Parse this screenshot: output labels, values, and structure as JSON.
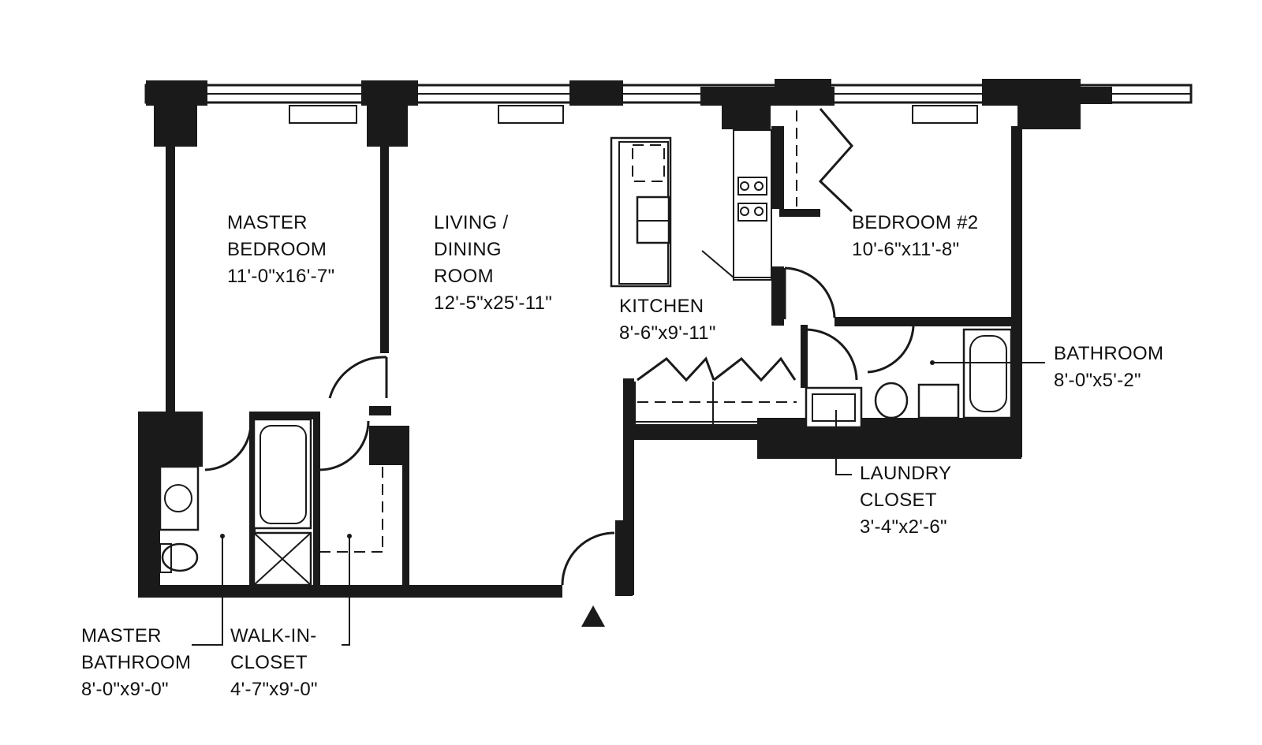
{
  "rooms": {
    "master_bedroom": {
      "lines": [
        "MASTER",
        "BEDROOM"
      ],
      "dims": "11'-0\"x16'-7\""
    },
    "living_dining": {
      "lines": [
        "LIVING /",
        "DINING",
        "ROOM"
      ],
      "dims": "12'-5\"x25'-11\""
    },
    "kitchen": {
      "lines": [
        "KITCHEN"
      ],
      "dims": "8'-6\"x9'-11\""
    },
    "bedroom2": {
      "lines": [
        "BEDROOM #2"
      ],
      "dims": "10'-6\"x11'-8\""
    },
    "bathroom": {
      "lines": [
        "BATHROOM"
      ],
      "dims": "8'-0\"x5'-2\""
    },
    "laundry": {
      "lines": [
        "LAUNDRY",
        "CLOSET"
      ],
      "dims": "3'-4\"x2'-6\""
    },
    "master_bathroom": {
      "lines": [
        "MASTER",
        "BATHROOM"
      ],
      "dims": "8'-0\"x9'-0\""
    },
    "walk_in_closet": {
      "lines": [
        "WALK-IN-",
        "CLOSET"
      ],
      "dims": "4'-7\"x9'-0\""
    }
  }
}
